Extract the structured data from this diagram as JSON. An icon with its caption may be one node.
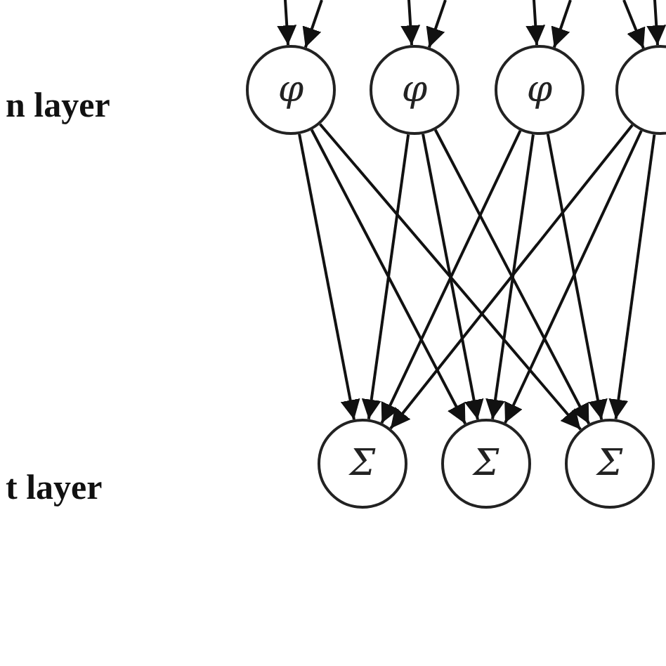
{
  "diagram": {
    "nodes": [
      {
        "text": [
          "φ"
        ]
      },
      {
        "text": [
          "φ"
        ]
      },
      {
        "text": [
          "φ"
        ]
      },
      {
        "text": [],
        "shape": "circle"
      },
      {
        "text": [
          "Σ"
        ]
      },
      {
        "text": [
          "Σ"
        ]
      },
      {
        "text": [
          "Σ"
        ]
      }
    ],
    "edges": [
      {
        "from": null,
        "to": 0,
        "arrow": "to"
      },
      {
        "from": null,
        "to": 0,
        "arrow": "to"
      },
      {
        "from": null,
        "to": 1,
        "arrow": "to"
      },
      {
        "from": null,
        "to": 1,
        "arrow": "to"
      },
      {
        "from": null,
        "to": 2,
        "arrow": "to"
      },
      {
        "from": null,
        "to": 2,
        "arrow": "to"
      },
      {
        "from": null,
        "to": 3,
        "arrow": "to"
      },
      {
        "from": null,
        "to": 3,
        "arrow": "to"
      },
      {
        "from": 0,
        "to": 4,
        "arrow": "to"
      },
      {
        "from": 0,
        "to": 5,
        "arrow": "to"
      },
      {
        "from": 0,
        "to": 6,
        "arrow": "to"
      },
      {
        "from": 1,
        "to": 4,
        "arrow": "to"
      },
      {
        "from": 1,
        "to": 5,
        "arrow": "to"
      },
      {
        "from": 1,
        "to": 6,
        "arrow": "to"
      },
      {
        "from": 2,
        "to": 4,
        "arrow": "to"
      },
      {
        "from": 2,
        "to": 5,
        "arrow": "to"
      },
      {
        "from": 2,
        "to": 6,
        "arrow": "to"
      },
      {
        "from": 3,
        "to": 4,
        "arrow": "to"
      },
      {
        "from": 3,
        "to": 5,
        "arrow": "to"
      },
      {
        "from": 3,
        "to": 6,
        "arrow": "to"
      }
    ],
    "labels": [
      "n layer",
      "t layer"
    ]
  }
}
